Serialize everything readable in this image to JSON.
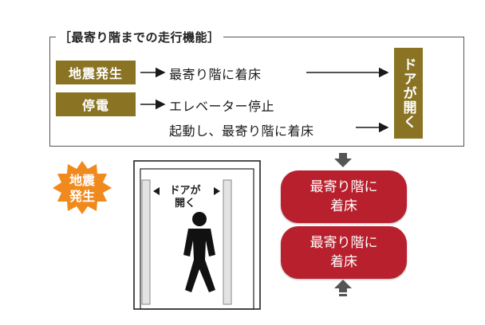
{
  "panel": {
    "title": "［最寄り階までの走行機能］"
  },
  "rows": {
    "quake_label": "地震発生",
    "outage_label": "停電",
    "quake_result": "最寄り階に着床",
    "outage_step1": "エレベーター停止",
    "outage_step2": "起動し、最寄り階に着床"
  },
  "door_open": "ドアが開く",
  "illustration": {
    "burst_label_line1": "地震",
    "burst_label_line2": "発生",
    "door_label_line1": "ドアが",
    "door_label_line2": "開く"
  },
  "results": [
    {
      "line1": "最寄り階に",
      "line2": "着床"
    },
    {
      "line1": "最寄り階に",
      "line2": "着床"
    }
  ],
  "colors": {
    "gold": "#8a7424",
    "red": "#b8202d",
    "burst": "#f08a1e"
  }
}
